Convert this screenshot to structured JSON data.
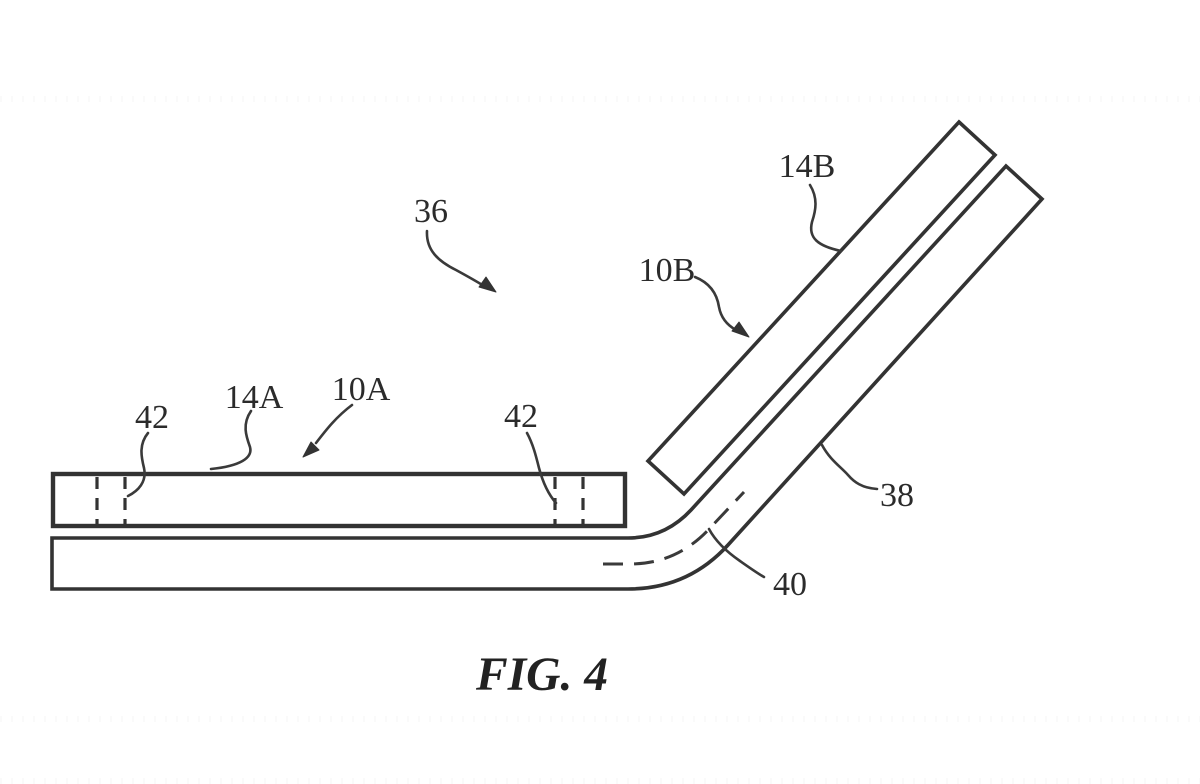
{
  "figure": {
    "caption": "FIG. 4",
    "reference_labels": {
      "l36": "36",
      "l14b": "14B",
      "l10b": "10B",
      "l42_left": "42",
      "l14a": "14A",
      "l10a": "10A",
      "l42_right": "42",
      "l38": "38",
      "l40": "40"
    },
    "colors": {
      "background": "#ffffff",
      "line": "#333333",
      "text": "#2b2b2b"
    }
  }
}
